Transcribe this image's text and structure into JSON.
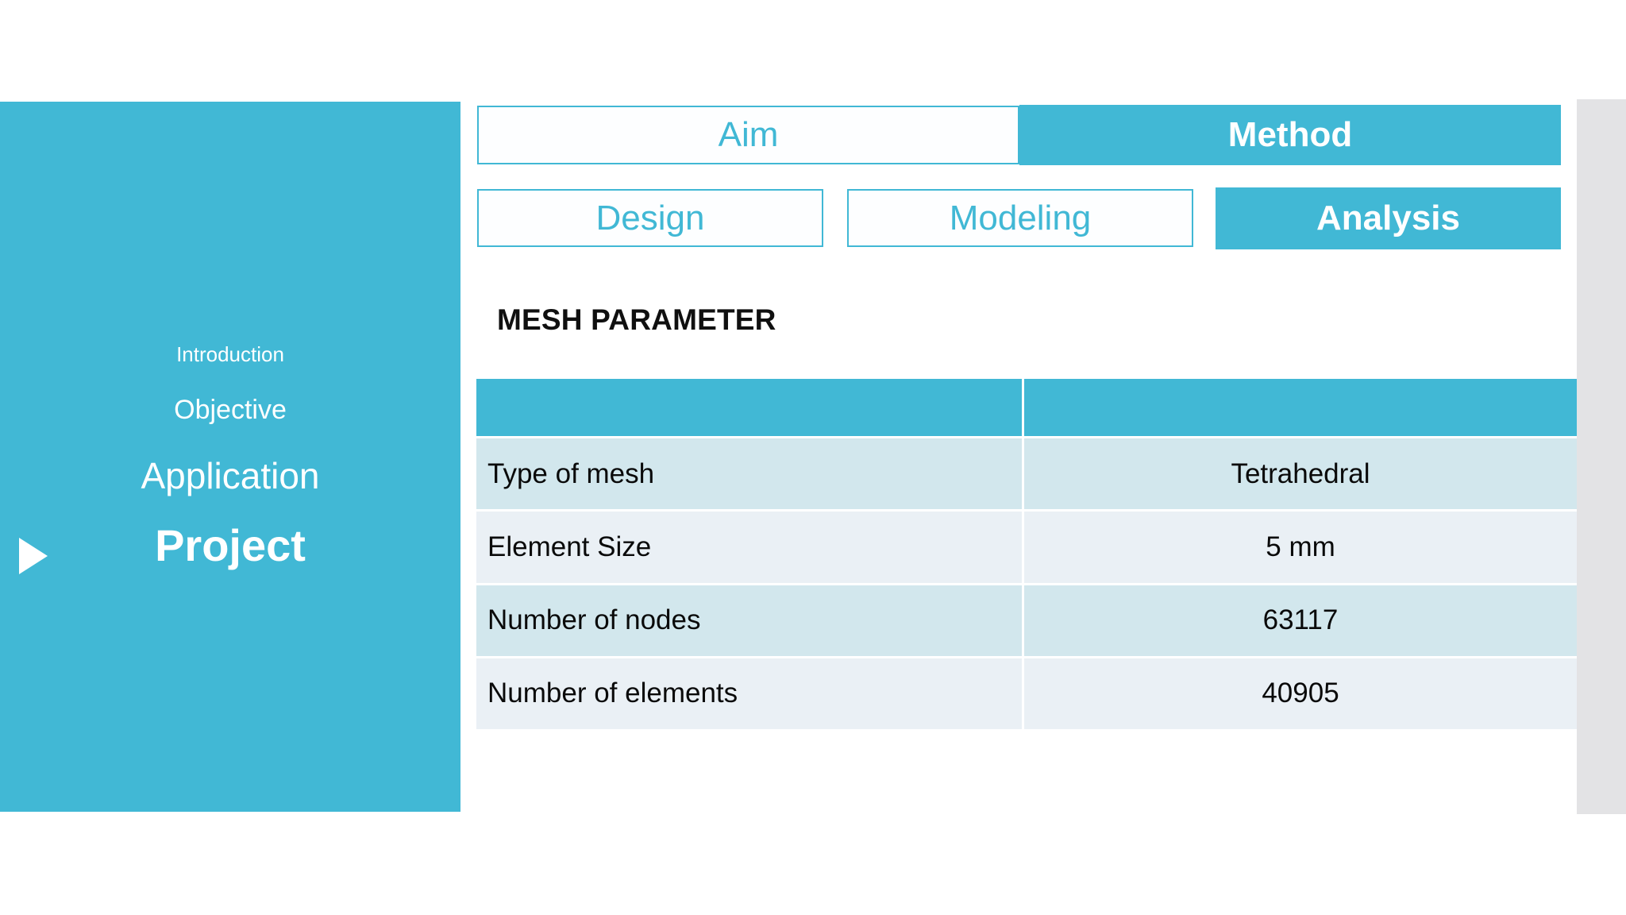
{
  "theme": {
    "accent": "#41b8d5",
    "row_band_a": "#d2e7ed",
    "row_band_b": "#eaf0f5",
    "right_panel": "#e3e3e5",
    "text_dark": "#0a0a0a",
    "text_light": "#ffffff"
  },
  "sidebar": {
    "items": [
      {
        "label": "Introduction",
        "level": 1,
        "active": false
      },
      {
        "label": "Objective",
        "level": 2,
        "active": false
      },
      {
        "label": "Application",
        "level": 3,
        "active": false
      },
      {
        "label": "Project",
        "level": 4,
        "active": true
      }
    ],
    "marker_icon": "play-triangle-icon"
  },
  "tabs": {
    "row1": [
      {
        "label": "Aim",
        "active": false
      },
      {
        "label": "Method",
        "active": true
      }
    ],
    "row2": [
      {
        "label": "Design",
        "active": false
      },
      {
        "label": "Modeling",
        "active": false
      },
      {
        "label": "Analysis",
        "active": true
      }
    ]
  },
  "content": {
    "heading": "MESH PARAMETER",
    "table": {
      "headers": [
        "",
        ""
      ],
      "rows": [
        {
          "parameter": "Type of mesh",
          "value": "Tetrahedral"
        },
        {
          "parameter": "Element Size",
          "value": "5 mm"
        },
        {
          "parameter": "Number of nodes",
          "value": "63117"
        },
        {
          "parameter": "Number of elements",
          "value": "40905"
        }
      ]
    }
  }
}
